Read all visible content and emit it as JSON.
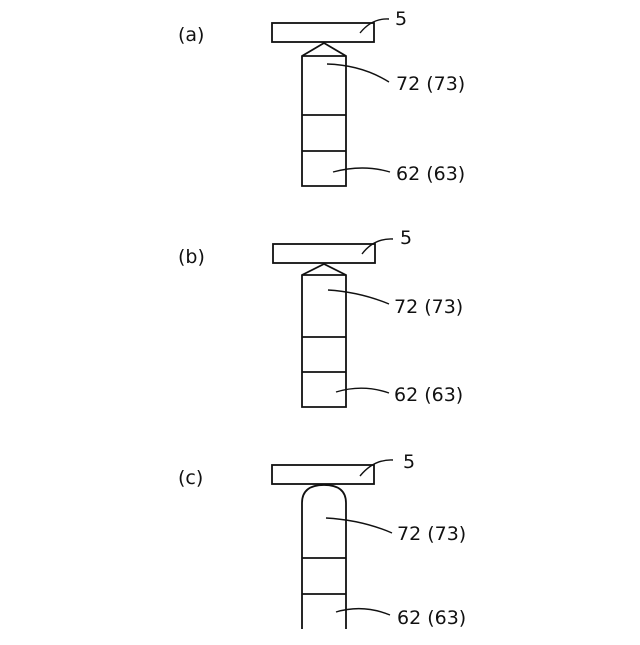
{
  "panels": [
    {
      "id": "a",
      "label": "(a)",
      "tip": "pointed",
      "plate_label": "5",
      "upper_label": "72 (73)",
      "lower_label": "62 (63)"
    },
    {
      "id": "b",
      "label": "(b)",
      "tip": "shallow-pointed",
      "plate_label": "5",
      "upper_label": "72 (73)",
      "lower_label": "62 (63)"
    },
    {
      "id": "c",
      "label": "(c)",
      "tip": "rounded",
      "plate_label": "5",
      "upper_label": "72 (73)",
      "lower_label": "62 (63)"
    }
  ]
}
